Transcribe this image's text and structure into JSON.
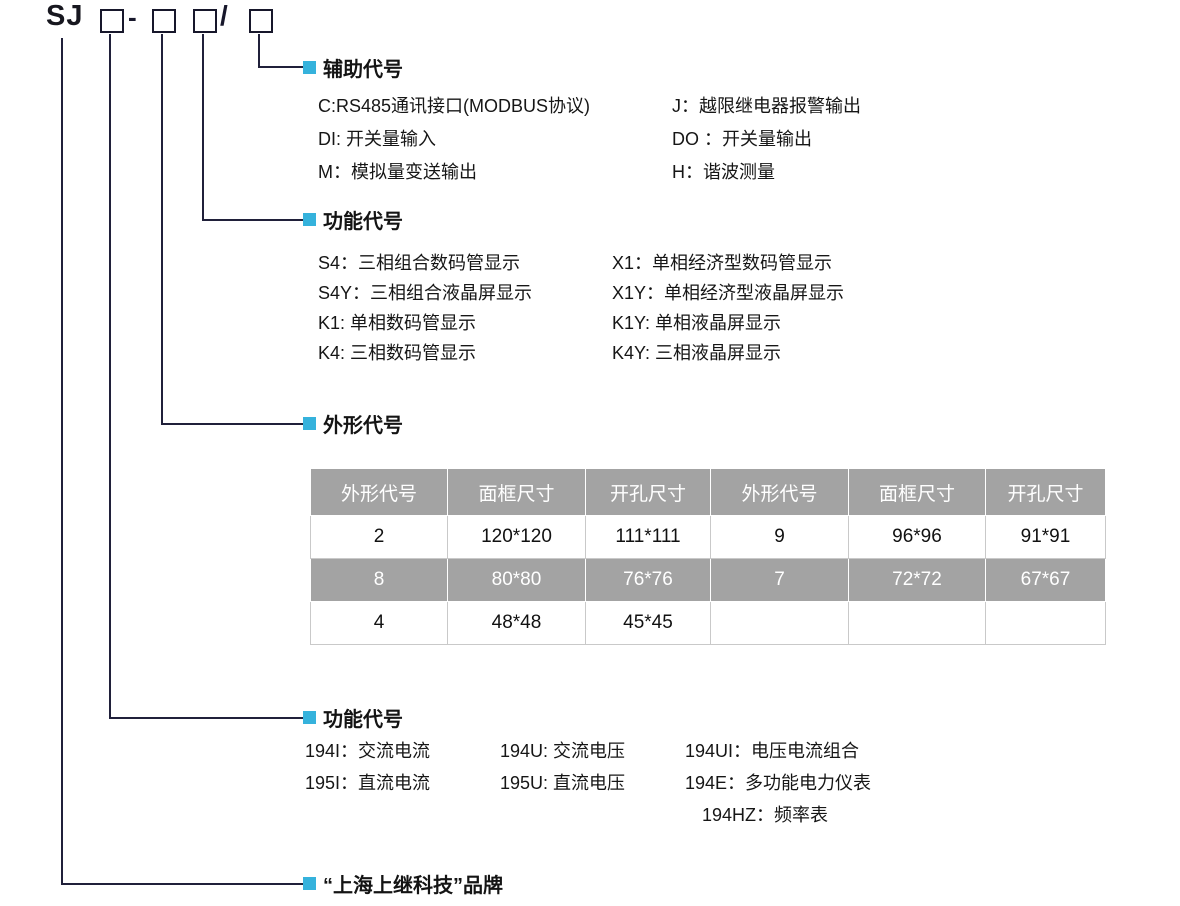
{
  "colors": {
    "accent": "#35b2dc",
    "table_gray": "#a3a3a3",
    "line": "#20203a"
  },
  "model": {
    "prefix": "SJ",
    "dash": "-",
    "slash": "/"
  },
  "aux": {
    "title": "辅助代号",
    "rows": [
      {
        "left": "C:RS485通讯接口(MODBUS协议)",
        "right": "J：越限继电器报警输出"
      },
      {
        "left": "DI: 开关量输入",
        "right": "DO ：开关量输出"
      },
      {
        "left": "M：模拟量变送输出",
        "right": "H：谐波测量"
      }
    ]
  },
  "func": {
    "title": "功能代号",
    "rows": [
      {
        "left": "S4：三相组合数码管显示",
        "right": "X1：单相经济型数码管显示"
      },
      {
        "left": "S4Y：三相组合液晶屏显示",
        "right": "X1Y：单相经济型液晶屏显示"
      },
      {
        "left": "K1: 单相数码管显示",
        "right": "K1Y: 单相液晶屏显示"
      },
      {
        "left": "K4: 三相数码管显示",
        "right": "K4Y: 三相液晶屏显示"
      }
    ]
  },
  "shape": {
    "title": "外形代号",
    "table": {
      "headers": [
        "外形代号",
        "面框尺寸",
        "开孔尺寸",
        "外形代号",
        "面框尺寸",
        "开孔尺寸"
      ],
      "rows": [
        {
          "cells": [
            "2",
            "120*120",
            "111*111",
            "9",
            "96*96",
            "91*91"
          ]
        },
        {
          "cells": [
            "8",
            "80*80",
            "76*76",
            "7",
            "72*72",
            "67*67"
          ]
        },
        {
          "cells": [
            "4",
            "48*48",
            "45*45",
            "",
            "",
            ""
          ]
        }
      ]
    }
  },
  "series": {
    "title": "功能代号",
    "rows": [
      {
        "c1": "194I：交流电流",
        "c2": "194U: 交流电压",
        "c3": "194UI：电压电流组合"
      },
      {
        "c1": "195I：直流电流",
        "c2": "195U: 直流电压",
        "c3": "194E：多功能电力仪表"
      },
      {
        "c1": "",
        "c2": "",
        "c3": "194HZ：频率表"
      }
    ]
  },
  "brand": {
    "title": "“上海上继科技”品牌"
  }
}
